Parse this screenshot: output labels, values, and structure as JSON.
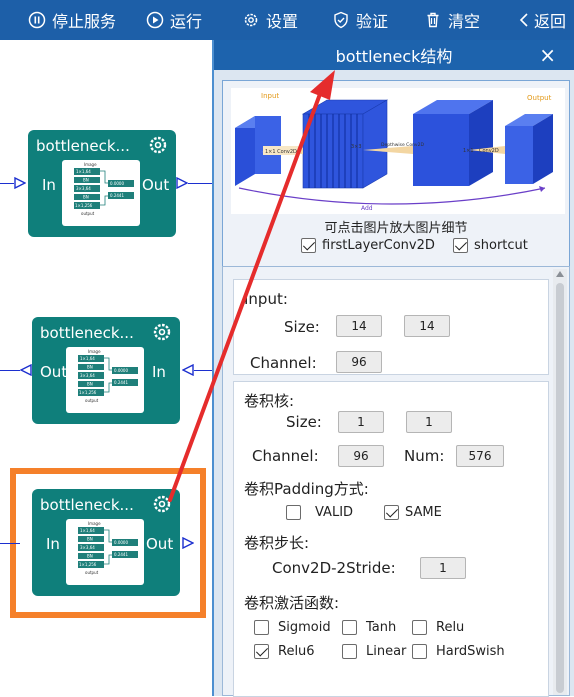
{
  "toolbar": {
    "stop_label": "停止服务",
    "run_label": "运行",
    "settings_label": "设置",
    "verify_label": "验证",
    "clear_label": "清空",
    "back_label": "返回"
  },
  "canvas": {
    "nodes": [
      {
        "title": "bottleneck...",
        "in_label": "In",
        "out_label": "Out"
      },
      {
        "title": "bottleneck...",
        "in_label": "In",
        "out_label": "Out"
      },
      {
        "title": "bottleneck...",
        "in_label": "In",
        "out_label": "Out"
      }
    ],
    "thumb_text": {
      "image": "Image",
      "l1": "1×1,64",
      "bn1": "BN",
      "l2": "3×3,64",
      "bn2": "BN",
      "l3": "1×1,256",
      "output": "output",
      "v1": "0.0000",
      "v2": "0.2441"
    }
  },
  "panel": {
    "title": "bottleneck结构",
    "close_symbol": "×",
    "diagram": {
      "input_label": "Input",
      "output_label": "Output",
      "add_label": "Add",
      "op1": "1×1 Conv2D",
      "op2": "3×3",
      "op2b": "Depthwise Conv2D",
      "op3": "1×1",
      "op3b": "Conv2D"
    },
    "caption": "可点击图片放大图片细节",
    "first_layer_label": "firstLayerConv2D",
    "first_layer_checked": true,
    "shortcut_label": "shortcut",
    "shortcut_checked": true,
    "input_section": {
      "title": "Input:",
      "size_label": "Size:",
      "size_w": "14",
      "size_h": "14",
      "channel_label": "Channel:",
      "channel": "96"
    },
    "kernel_section": {
      "title": "卷积核:",
      "size_label": "Size:",
      "size_w": "1",
      "size_h": "1",
      "channel_label": "Channel:",
      "channel": "96",
      "num_label": "Num:",
      "num": "576",
      "padding_title": "卷积Padding方式:",
      "padding_valid": "VALID",
      "padding_valid_checked": false,
      "padding_same": "SAME",
      "padding_same_checked": true,
      "stride_title": "卷积步长:",
      "stride_label": "Conv2D-2Stride:",
      "stride": "1",
      "activation_title": "卷积激活函数:",
      "activations": [
        {
          "label": "Sigmoid",
          "checked": false
        },
        {
          "label": "Tanh",
          "checked": false
        },
        {
          "label": "Relu",
          "checked": false
        },
        {
          "label": "Relu6",
          "checked": true
        },
        {
          "label": "Linear",
          "checked": false
        },
        {
          "label": "HardSwish",
          "checked": false
        }
      ]
    }
  },
  "colors": {
    "toolbar_bg": "#1d5fa8",
    "node_bg": "#0f7f7b",
    "selection": "#f5802a",
    "arrow": "#e52c2c",
    "wire": "#1c2fcf"
  }
}
